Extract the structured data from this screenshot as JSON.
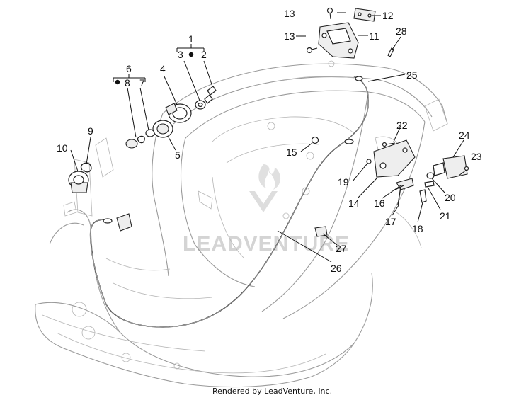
{
  "diagram": {
    "footer": "Rendered by LeadVenture, Inc.",
    "watermark": "LEADVENTURE",
    "callouts": [
      "1",
      "2",
      "3",
      "4",
      "5",
      "6",
      "7",
      "8",
      "9",
      "10",
      "11",
      "12",
      "13",
      "13",
      "14",
      "15",
      "16",
      "17",
      "18",
      "19",
      "20",
      "21",
      "22",
      "23",
      "24",
      "25",
      "26",
      "27",
      "28"
    ]
  }
}
